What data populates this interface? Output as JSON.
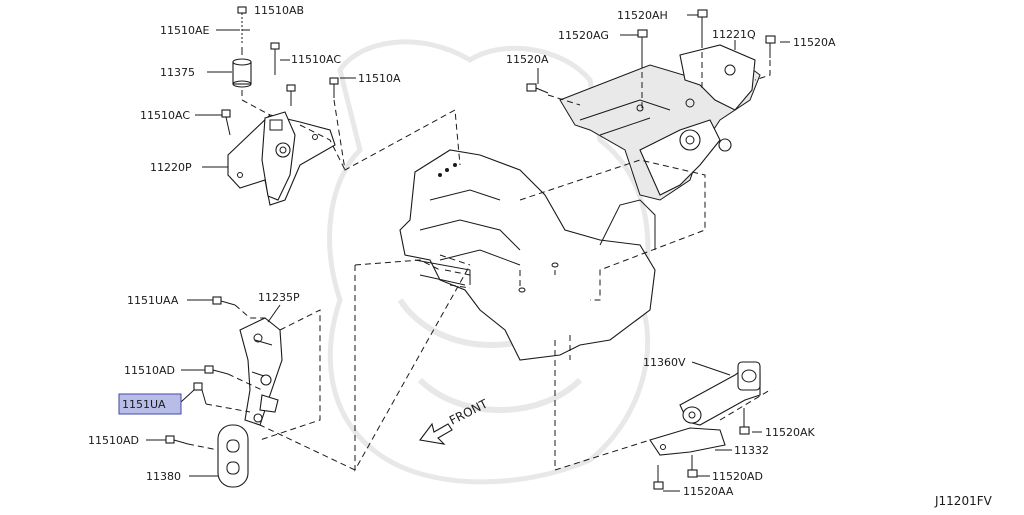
{
  "diagram_code": "J11201FV",
  "front_label": "FRONT",
  "colors": {
    "line": "#1a1a1a",
    "highlight_fill": "#b8bde8",
    "highlight_border": "#3d4aa6",
    "watermark": "#cfcfcf"
  },
  "parts": {
    "p11510AB": "11510AB",
    "p11510AE": "11510AE",
    "p11510AC_top": "11510AC",
    "p11375": "11375",
    "p11510A_left": "11510A",
    "p11510AC_mid": "11510AC",
    "p11220P": "11220P",
    "p11520AH": "11520AH",
    "p11520AG": "11520AG",
    "p11221Q": "11221Q",
    "p11520A_right": "11520A",
    "p11520A_mid": "11520A",
    "p1151UAA": "1151UAA",
    "p11235P": "11235P",
    "p11510AD_upper": "11510AD",
    "p1151UA": "1151UA",
    "p11510AD_lower": "11510AD",
    "p11380": "11380",
    "p11360V": "11360V",
    "p11520AK": "11520AK",
    "p11332": "11332",
    "p11520AD": "11520AD",
    "p11520AA": "11520AA"
  }
}
